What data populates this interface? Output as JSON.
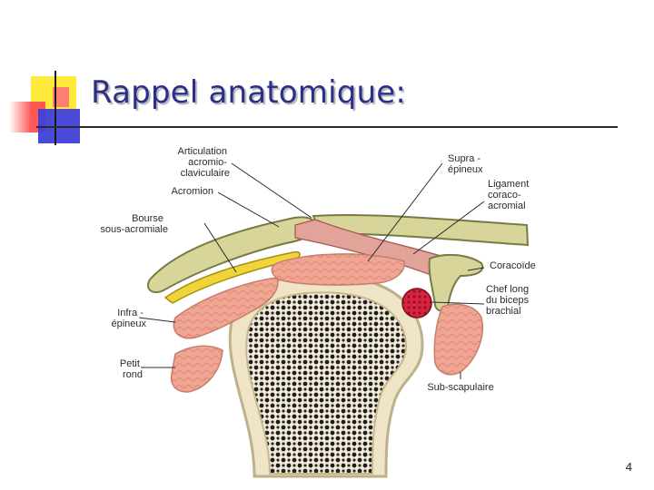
{
  "slide": {
    "title": "Rappel anatomique:",
    "page_number": "4"
  },
  "figure": {
    "labels": {
      "articulation": [
        "Articulation",
        "acromio-",
        "claviculaire"
      ],
      "acromion": [
        "Acromion"
      ],
      "bourse": [
        "Bourse",
        "sous-acromiale"
      ],
      "infra": [
        "Infra -",
        "épineux"
      ],
      "petit_rond": [
        "Petit",
        "rond"
      ],
      "supra": [
        "Supra -",
        "épineux"
      ],
      "ligament": [
        "Ligament",
        "coraco-",
        "acromial"
      ],
      "coracoide": [
        "Coracoïde"
      ],
      "biceps": [
        "Chef long",
        "du biceps",
        "brachial"
      ],
      "sub_scap": [
        "Sub-scapulaire"
      ]
    }
  }
}
